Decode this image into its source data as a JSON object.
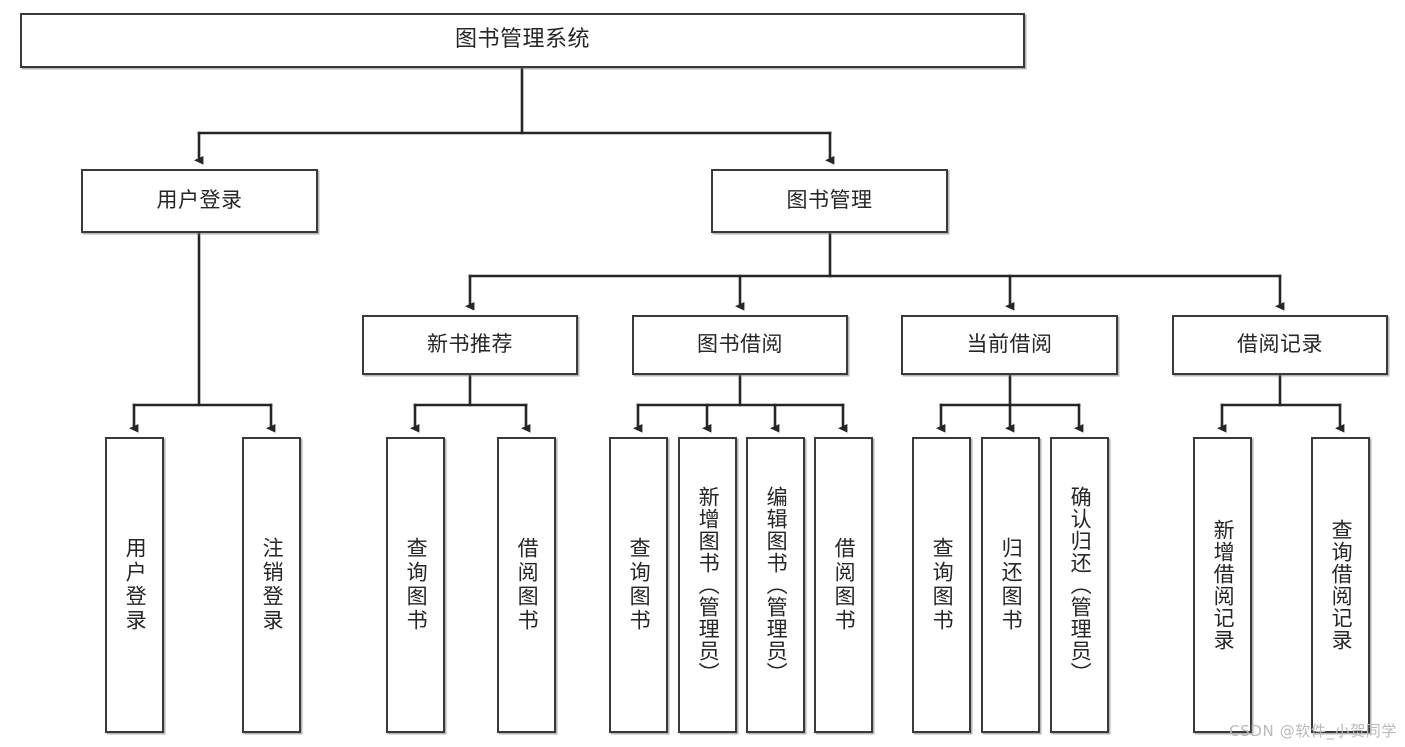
{
  "diagram": {
    "title": "图书管理系统",
    "watermark": "CSDN @软件_小贺同学",
    "colors": {
      "box_border": "#3a3a3a",
      "box_fill": "#ffffff",
      "connector": "#262626",
      "text": "#262626",
      "watermark": "#b9b9b9",
      "background": "#ffffff"
    },
    "root": {
      "label": "图书管理系统"
    },
    "level2": [
      {
        "label": "用户登录"
      },
      {
        "label": "图书管理"
      }
    ],
    "level3": [
      {
        "label": "新书推荐"
      },
      {
        "label": "图书借阅"
      },
      {
        "label": "当前借阅"
      },
      {
        "label": "借阅记录"
      }
    ],
    "leaves": {
      "user_login": [
        {
          "label": "用户登录"
        },
        {
          "label": "注销登录"
        }
      ],
      "new_book_recommend": [
        {
          "label": "查询图书"
        },
        {
          "label": "借阅图书"
        }
      ],
      "book_borrow": [
        {
          "label": "查询图书"
        },
        {
          "label": "新增图书（管理员）"
        },
        {
          "label": "编辑图书（管理员）"
        },
        {
          "label": "借阅图书"
        }
      ],
      "current_borrow": [
        {
          "label": "查询图书"
        },
        {
          "label": "归还图书"
        },
        {
          "label": "确认归还（管理员）"
        }
      ],
      "borrow_record": [
        {
          "label": "新增借阅记录"
        },
        {
          "label": "查询借阅记录"
        }
      ]
    }
  }
}
